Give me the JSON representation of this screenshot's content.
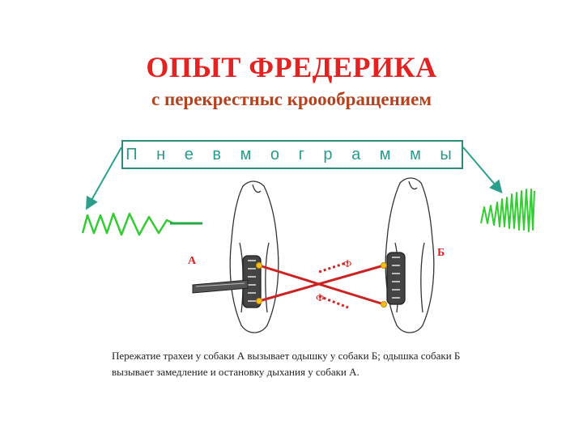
{
  "slide": {
    "title": "ОПЫТ ФРЕДЕРИКА",
    "subtitle": "с перекрестныс кроообращением",
    "pneumogram_label": "П н е в м о г р а м м ы",
    "caption_line1": "Пережатие трахеи у собаки А вызывает одышку у собаки Б; одышка собаки Б",
    "caption_line2": "вызывает замедление и остановку дыхания у собаки А."
  },
  "diagram": {
    "dog_a_label": "А",
    "dog_b_label": "Б",
    "vessel_label_top": "Ф",
    "vessel_label_bottom": "Ф",
    "colors": {
      "title": "#e32222",
      "subtitle": "#b5421f",
      "teal_box": "#2a8a7c",
      "wave_green": "#33cc33",
      "vessel_red": "#cc2222",
      "label_red": "#d22"
    }
  }
}
